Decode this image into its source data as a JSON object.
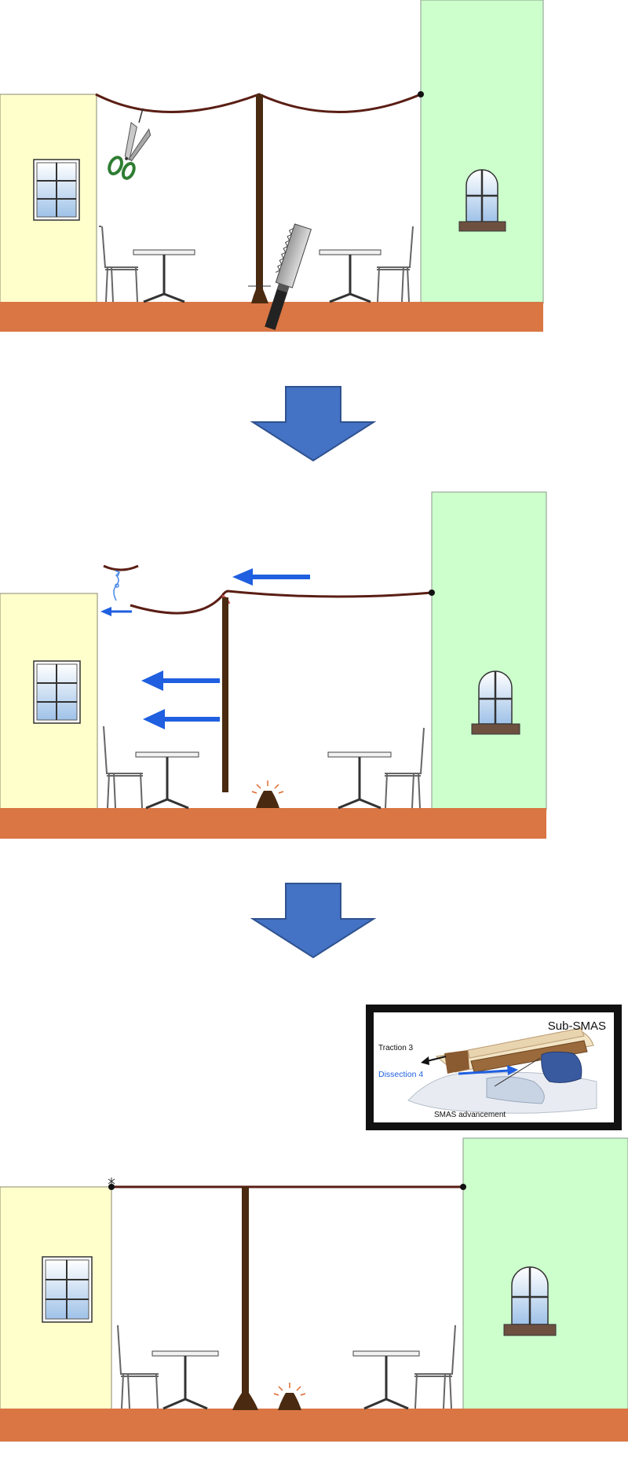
{
  "figure": {
    "inset": {
      "title": "Sub-SMAS",
      "labels": {
        "traction": "Traction 3",
        "dissection": "Dissection 4",
        "advancement": "SMAS advancement"
      }
    }
  },
  "colors": {
    "wall_left": "#ffffcc",
    "wall_right": "#ccffcc",
    "ground": "#d97644",
    "cable": "#5a1e14",
    "pole": "#4a2a10",
    "arrow_flow": "#4472c4",
    "arrow_blue": "#1f5fe0",
    "sparks": "#e06a30",
    "scissors": "#2e7d32"
  }
}
